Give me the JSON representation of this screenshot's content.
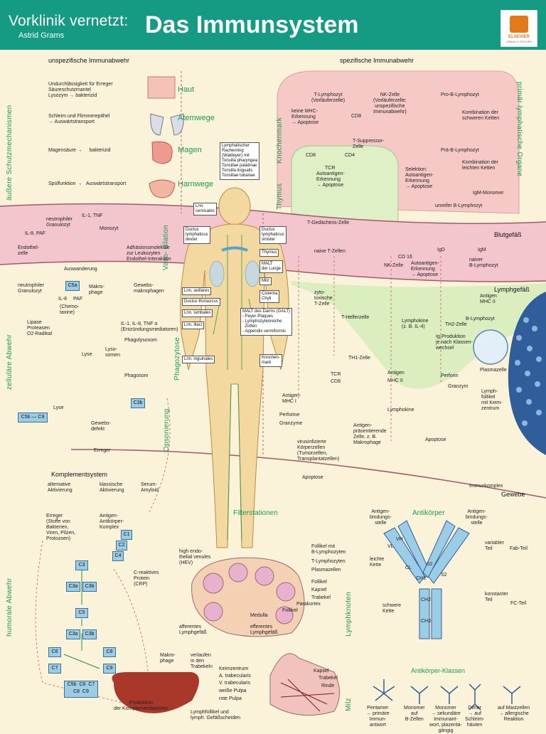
{
  "header": {
    "series": "Vorklinik vernetzt:",
    "author": "Astrid Grams",
    "title": "Das Immunsystem",
    "publisher": "ELSEVIER",
    "publisher_sub": "URBAN & FISCHER"
  },
  "sections": {
    "unspecific": "unspezifische Immunabwehr",
    "specific": "spezifische Immunabwehr",
    "outer": "äußere Schutzmechanismen",
    "primary_organs": "primär lymphatische Organe",
    "cellular": "zelluläre Abwehr",
    "humoral": "humorale Abwehr",
    "vasodilation": "Vaso-\ndilation",
    "phagocytosis": "Phagozytose",
    "opsonisation": "Opsonierung",
    "bone_marrow": "Knochenmark",
    "thymus": "Thymus",
    "lymph_nodes": "Lymphknoten",
    "spleen": "Milz"
  },
  "barriers": [
    {
      "text": "Undurchlässigkeit für Erreger\nSäureschutzmantel\nLysozym → bakterizid",
      "organ": "Haut"
    },
    {
      "text": "Schleim und Flimmerepithel\n→ Auswärtstransport",
      "organ": "Atemwege"
    },
    {
      "text": "Magensäure →     bakterizid",
      "organ": "Magen"
    },
    {
      "text": "Spülfunktion →   Auswärtstransport",
      "organ": "Harnwege"
    }
  ],
  "regions": {
    "blood_vessel": "Blutgefäß",
    "lymph_vessel": "Lymphgefäß",
    "tissue": "Gewebe"
  },
  "body_labels": [
    "Lymphatischer\nRachenring\n(Waldeyer) mit\nTonsilla pharyngea\nTonsillae palatinae\nTonsilla lingualis\nTonsillae tubariae",
    "Lnn.\ncervicales",
    "Ductus\nlymphaticus\ndexter",
    "Ductus\nlymphaticus\nsinister",
    "Thymus",
    "MALT\nder Lunge",
    "Milz",
    "Lnn. axillares",
    "Ductus thoracicus",
    "Cisterna\nChyli",
    "Lnn. lumbales",
    "MALT des Darms (GALT)\n- Peyer-Plaques\n- Lymphozytenreiche\n  Zotten\n- Appendix vermiformis",
    "Lnn. iliaci",
    "Lnn. inguinales",
    "Knochen-\nmark"
  ],
  "left_cells": [
    "neutrophiler\nGranulozyt",
    "IL-1, TNF",
    "IL-8, PAF",
    "Monozyt",
    "Endothel-\nzelle",
    "Adhäsionsmoleküle\nzur Leukozyten\nEndothel-Interaktion",
    "Auswanderung",
    "neutrophiler\nGranulozyt",
    "C5a",
    "IL-8",
    "PAF",
    "(Chemo-\ntaxine)",
    "Makro-\nphage",
    "Gewebs-\nmakrophagen",
    "IL-1, IL-8, TNF α\n(Entzündungsmediatoren)",
    "Lipase\nProteasen\nO2-Radikal",
    "Lyse",
    "Lyso-\nsomen",
    "Phagolysosom",
    "Phagosom",
    "C3b",
    "C5b — C9",
    "Lyse",
    "Gewebs-\ndefekt",
    "Erreger"
  ],
  "complement": {
    "title": "Komplementsystem",
    "alt": "alternative\nAktivierung",
    "classic": "klassische\nAktivierung",
    "serum": "Serum-\nAmyloid",
    "pathogen": "Erreger\n(Stoffe von\nBakterien,\nViren, Pilzen,\nProtozoen)",
    "complex": "Antigen-\nAntikörper-\nKomplex",
    "crp": "C-reaktives\nProtein\n(CRP)",
    "macrophage": "Makro-\nphage",
    "liver": "Produktion\nder Komplementfaktoren",
    "factors": [
      "C1",
      "C2",
      "C4",
      "C3",
      "C3a",
      "C3b",
      "C5",
      "C3a",
      "C3b",
      "C6",
      "C8",
      "C7",
      "C9",
      "C5b  C6  C7\nC8  C9"
    ]
  },
  "specific_cells": [
    "T-Lymphozyt\n(Vorläuferzelle)",
    "NK-Zelle\n(Vorläuferzelle;\nunspezifische\nImmunabwehr)",
    "Pro-B-Lymphozyt",
    "keine MHC-\nErkennung\n→ Apoptose",
    "CD8",
    "T-Suppressor-\nZelle",
    "Kombination der\nschweren Ketten",
    "Prä-B-Lymphozyt",
    "CD8",
    "TCR",
    "CD4",
    "Autoantigen-\nErkennung\n→ Apoptose",
    "Kombination der\nleichten Ketten",
    "Selektion:\nAutoantigen-\nErkennung\n→ Apoptose",
    "IgM-Monomer",
    "unreifer B-Lymphozyt",
    "T-Gedächtnis-Zelle",
    "naive T-Zellen",
    "CD 16",
    "NK-Zelle",
    "IgD",
    "IgM",
    "Autoantigen-\nErkennung\n→ Apoptose",
    "naiver\nB-Lymphozyt",
    "zyto-\ntoxische\nT-Zelle",
    "T-Helferzelle",
    "Antigen\nMHC II",
    "B-Lymphozyt",
    "Lymphokine\n(z. B. IL-4)",
    "TH2-Zelle",
    "Ig-Produktion\nje nach Klassen-\nwechsel",
    "Plasmazelle",
    "TH1-Zelle",
    "TCR",
    "CD8",
    "Antigen",
    "MHC II",
    "Perforin",
    "Granzym",
    "Antigen-\nMHC I",
    "Perforine",
    "Granzyme",
    "Lymphokine",
    "virusinfizierte\nKörperzellen\n(Tumorzellen,\nTransplantatzellen)",
    "Antigen-\npräsentierende\nZelle, z. B.\nMakrophage",
    "Apoptose",
    "Apoptose",
    "Lymph-\nfollikel\nmit Keim-\nzentrum",
    "Immunkomplex"
  ],
  "filter": {
    "title": "Filterstationen",
    "node_labels": [
      "high endo-\nthelial venules\n(HEV)",
      "Follikel mit\nB-Lymphozyten",
      "T-Lymphozyten",
      "Plasmazellen",
      "Follikel",
      "Kapsel",
      "Trabekel",
      "Parakortex",
      "Follikel",
      "Medulla",
      "afferentes\nLymphgefäß",
      "efferentes\nLymphgefäß"
    ],
    "spleen_labels": [
      "verlaufen\nin den\nTrabekeln",
      "Keimzentrum",
      "A. trabecularis",
      "V. trabecularis",
      "weiße Pulpa",
      "rote Pulpa",
      "Kapsel",
      "Trabekel",
      "Rinde",
      "Lymphfollikel und\nlymph. Gefäßscheiden"
    ]
  },
  "antibody": {
    "title": "Antikörper",
    "labels": [
      "Antigen-\nbindungs-\nstelle",
      "Antigen-\nbindungs-\nstelle",
      "variabler\nTeil",
      "Fab-Teil",
      "leichte\nKette",
      "S2",
      "S2",
      "konstanter\nTeil",
      "FC-Teil",
      "schwere\nKette"
    ],
    "domains": [
      "VH",
      "VL",
      "CL",
      "CH1",
      "CH2",
      "CH3"
    ],
    "classes_title": "Antikörper-Klassen",
    "classes": [
      "Pentamer\n→ primäre\nImmun-\nantwort",
      "Monomer\nauf\nB-Zellen",
      "Monomer\n→ sekundäre\nImmunant-\nwort, plazenta-\ngängig",
      "Dimer\n→ auf\nSchleim-\nhäuten",
      "auf Mastzellen\n→ allergische\nReaktion"
    ]
  },
  "colors": {
    "header": "#159a83",
    "page": "#fbf3d9",
    "blood": "#f3c5cc",
    "lymph": "#dbeec0",
    "green_text": "#1a9a55",
    "pink_zone": "#f7c9c6",
    "thymus": "#dff0c6",
    "complement_box": "#9ccde7"
  }
}
